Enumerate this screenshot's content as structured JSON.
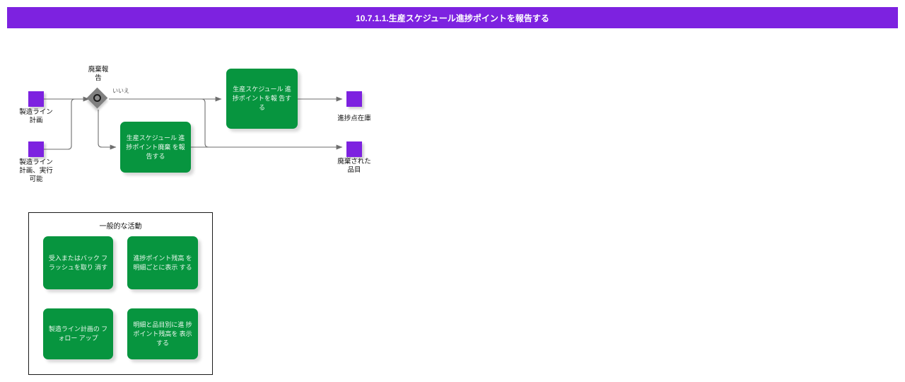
{
  "header": {
    "title": "10.7.1.1.生産スケジュール進捗ポイントを報告する",
    "bar_color": "#7d22e0"
  },
  "colors": {
    "accent_purple": "#7d22e0",
    "process_green": "#07953f",
    "decision_gray": "#808080",
    "connector_gray": "#6e6e6e",
    "panel_border": "#1a1a1a"
  },
  "diagram": {
    "stores": [
      {
        "id": "store-production-line-plan",
        "label": "製造ライン\n計画"
      },
      {
        "id": "store-production-line-plan-executable",
        "label": "製造ライン\n計画、実行\n可能"
      },
      {
        "id": "store-progress-point-inventory",
        "label": "進捗点在庫"
      },
      {
        "id": "store-scrapped-items",
        "label": "廃棄された\n品目"
      }
    ],
    "decision": {
      "id": "decision-scrap-report",
      "label": "廃棄報\n告",
      "branch_label": "いいえ"
    },
    "processes": [
      {
        "id": "process-report-progress-point",
        "label": "生産スケジュール\n進捗ポイントを報\n告する"
      },
      {
        "id": "process-report-progress-point-scrap",
        "label": "生産スケジュール\n進捗ポイント廃棄\nを報告する"
      }
    ]
  },
  "common_activities": {
    "title": "一般的な活動",
    "items": [
      {
        "id": "activity-cancel-receipt-backflush",
        "label": "受入またはバック\nフラッシュを取り\n消す"
      },
      {
        "id": "activity-show-progress-balance-by-line",
        "label": "進捗ポイント残高\nを明細ごとに表示\nする"
      },
      {
        "id": "activity-follow-up-production-line-plan",
        "label": "製造ライン計画の\nフォロー アップ"
      },
      {
        "id": "activity-show-progress-balance-by-line-item",
        "label": "明細と品目別に進\n捗ポイント残高を\n表示する"
      }
    ]
  }
}
